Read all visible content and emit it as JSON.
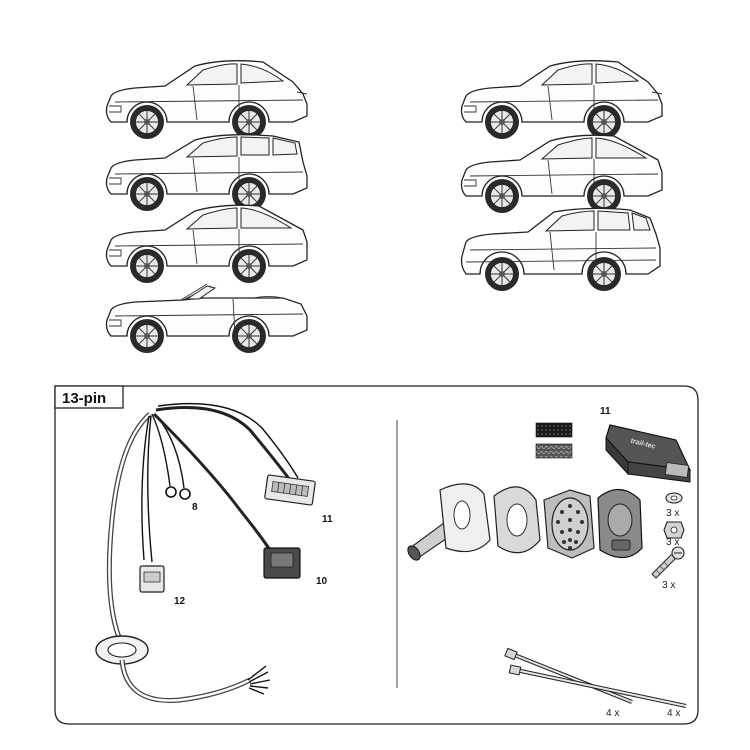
{
  "kit": {
    "title": "13-pin"
  },
  "cars": [
    {
      "id": "sedan-a",
      "style": "sedan"
    },
    {
      "id": "avant-a",
      "style": "wagon"
    },
    {
      "id": "sportback-a",
      "style": "sportback"
    },
    {
      "id": "cabrio-a",
      "style": "cabrio"
    },
    {
      "id": "sedan-b",
      "style": "sedan"
    },
    {
      "id": "sportback-b",
      "style": "sportback"
    },
    {
      "id": "suv-b",
      "style": "suv"
    }
  ],
  "labels": {
    "ring_terminals": "8",
    "connector_11": "11",
    "connector_10": "10",
    "connector_12": "12",
    "module_11": "11"
  },
  "quantities": {
    "washer": "3 x",
    "nut": "3 x",
    "bolt": "3 x",
    "tie_short": "4 x",
    "tie_long": "4 x"
  },
  "module": {
    "brand_text": "trail-tec"
  }
}
